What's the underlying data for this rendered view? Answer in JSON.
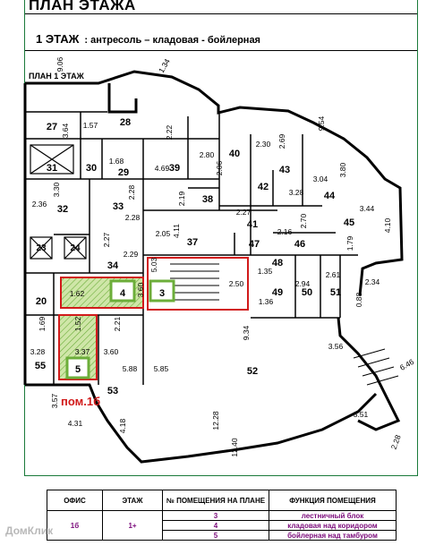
{
  "header": {
    "title": "ПЛАН ЭТАЖА",
    "floor": "1 ЭТАЖ",
    "floor_desc": ": антресоль – кладовая - бойлерная"
  },
  "plan": {
    "title": "ПЛАН 1 ЭТАЖ",
    "room_numbers": [
      "27",
      "28",
      "31",
      "30",
      "29",
      "39",
      "40",
      "43",
      "42",
      "44",
      "32",
      "33",
      "38",
      "41",
      "47",
      "46",
      "45",
      "23",
      "24",
      "37",
      "34",
      "48",
      "49",
      "50",
      "51",
      "20",
      "4",
      "3",
      "55",
      "5",
      "53",
      "52"
    ],
    "dimensions": [
      "9.06",
      "1.34",
      "3.64",
      "1.57",
      "2.22",
      "2.80",
      "2.30",
      "2.69",
      "9.54",
      "1.68",
      "4.69",
      "2.06",
      "3.04",
      "3.80",
      "3.30",
      "2.28",
      "2.19",
      "2.28",
      "3.28",
      "2.36",
      "4.11",
      "2.27",
      "2.16",
      "2.70",
      "3.44",
      "4.10",
      "2.05",
      "2.27",
      "2.29",
      "1.79",
      "5.03",
      "1.35",
      "2.61",
      "2.34",
      "1.62",
      "3.60",
      "2.50",
      "2.94",
      "0.88",
      "1.36",
      "1.69",
      "1.52",
      "2.21",
      "9.34",
      "3.56",
      "3.37",
      "3.60",
      "6.46",
      "3.28",
      "5.88",
      "5.85",
      "12.28",
      "3.57",
      "3.51",
      "4.31",
      "4.18",
      "12.40",
      "2.28"
    ],
    "highlight_label": "пом.1б"
  },
  "table": {
    "headers": [
      "ОФИС",
      "ЭТАЖ",
      "№ ПОМЕЩЕНИЯ НА ПЛАНЕ",
      "ФУНКЦИЯ ПОМЕЩЕНИЯ"
    ],
    "office": "1б",
    "floor": "1+",
    "rows": [
      {
        "num": "3",
        "func": "лестничный блок"
      },
      {
        "num": "4",
        "func": "кладовая над коридором"
      },
      {
        "num": "5",
        "func": "бойлерная над тамбуром"
      }
    ]
  },
  "watermark": "ДомКлик",
  "colors": {
    "frame": "#1a7a3a",
    "highlight_red": "#d11a1a",
    "highlight_green": "#6cae3a",
    "table_text": "#7a0a7a"
  }
}
